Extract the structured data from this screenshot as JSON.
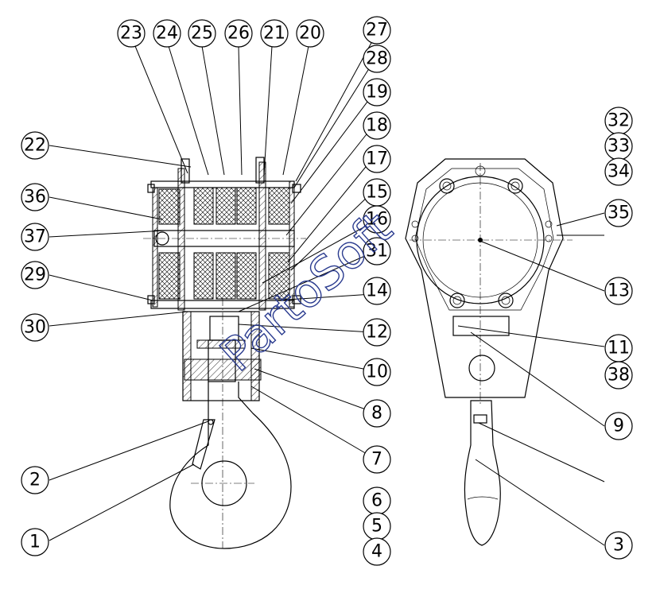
{
  "diagram": {
    "watermark": "PartoSoft",
    "callouts": [
      {
        "id": "c23",
        "label": "23"
      },
      {
        "id": "c24",
        "label": "24"
      },
      {
        "id": "c25",
        "label": "25"
      },
      {
        "id": "c26",
        "label": "26"
      },
      {
        "id": "c21",
        "label": "21"
      },
      {
        "id": "c20",
        "label": "20"
      },
      {
        "id": "c27",
        "label": "27"
      },
      {
        "id": "c28",
        "label": "28"
      },
      {
        "id": "c19",
        "label": "19"
      },
      {
        "id": "c18",
        "label": "18"
      },
      {
        "id": "c17",
        "label": "17"
      },
      {
        "id": "c15",
        "label": "15"
      },
      {
        "id": "c16",
        "label": "16"
      },
      {
        "id": "c31",
        "label": "31"
      },
      {
        "id": "c14",
        "label": "14"
      },
      {
        "id": "c12",
        "label": "12"
      },
      {
        "id": "c10",
        "label": "10"
      },
      {
        "id": "c8",
        "label": "8"
      },
      {
        "id": "c7",
        "label": "7"
      },
      {
        "id": "c22",
        "label": "22"
      },
      {
        "id": "c36",
        "label": "36"
      },
      {
        "id": "c37",
        "label": "37"
      },
      {
        "id": "c29",
        "label": "29"
      },
      {
        "id": "c30",
        "label": "30"
      },
      {
        "id": "c2",
        "label": "2"
      },
      {
        "id": "c1",
        "label": "1"
      },
      {
        "id": "c32",
        "label": "32"
      },
      {
        "id": "c33",
        "label": "33"
      },
      {
        "id": "c34",
        "label": "34"
      },
      {
        "id": "c35",
        "label": "35"
      },
      {
        "id": "c13",
        "label": "13"
      },
      {
        "id": "c11",
        "label": "11"
      },
      {
        "id": "c38",
        "label": "38"
      },
      {
        "id": "c9",
        "label": "9"
      },
      {
        "id": "c6",
        "label": "6"
      },
      {
        "id": "c5",
        "label": "5"
      },
      {
        "id": "c4",
        "label": "4"
      },
      {
        "id": "c3",
        "label": "3"
      }
    ]
  }
}
